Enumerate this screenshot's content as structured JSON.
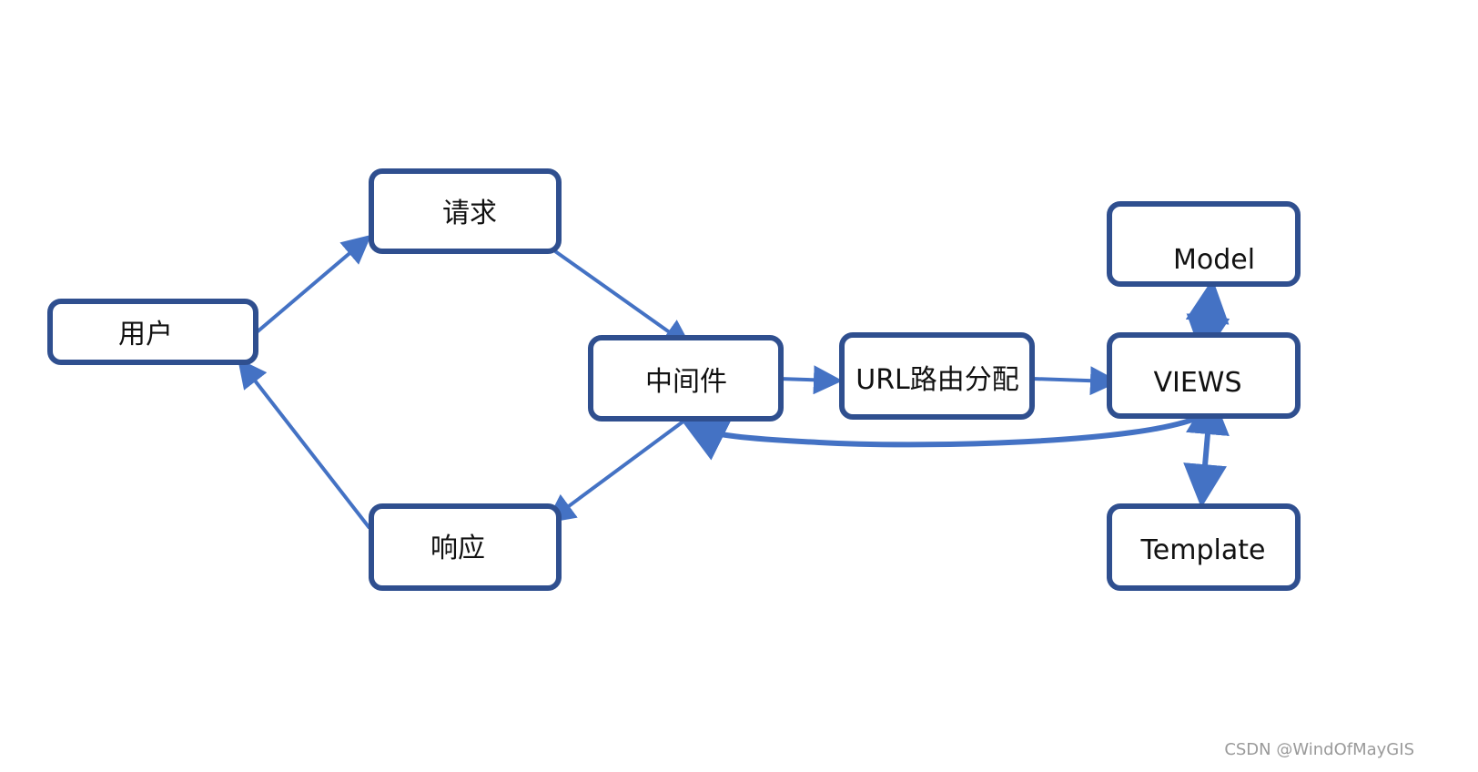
{
  "nodes": {
    "user": "用户",
    "request": "请求",
    "response": "响应",
    "middleware": "中间件",
    "url_routing": "URL路由分配",
    "views": "VIEWS",
    "model": "Model",
    "template": "Template"
  },
  "watermark": "CSDN @WindOfMayGIS",
  "colors": {
    "box_border": "#2f4f8f",
    "arrow": "#4472c4",
    "text": "#111111"
  }
}
